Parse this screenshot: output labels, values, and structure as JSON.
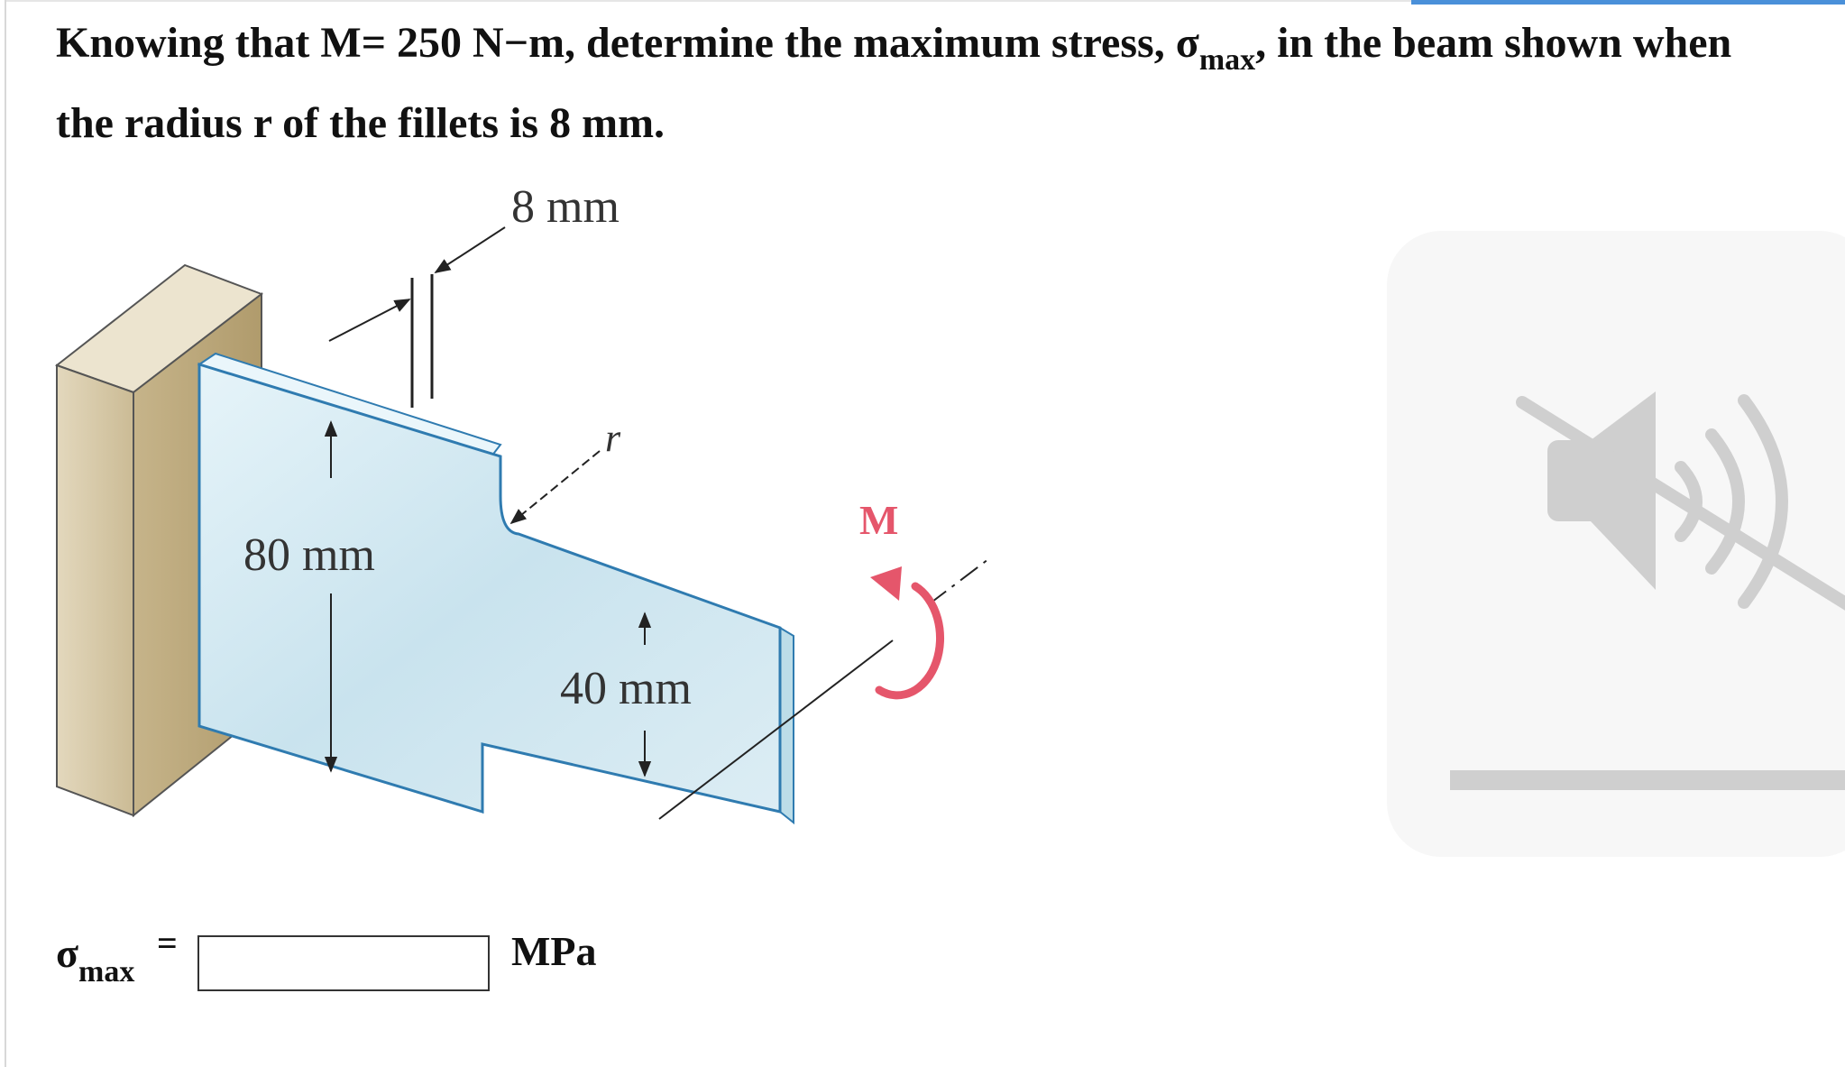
{
  "question": {
    "text_before": "Knowing that M= 250 N−m, determine the maximum stress, σ",
    "sub": "max",
    "text_after": ", in the beam shown when the radius r of the fillets is 8 mm."
  },
  "figure": {
    "dim_top": "8 mm",
    "dim_height_large": "80 mm",
    "dim_height_small": "40 mm",
    "fillet_label": "r",
    "moment_label": "M"
  },
  "answer": {
    "symbol": "σ",
    "sub": "max",
    "equals": "=",
    "value": "",
    "unit": "MPa"
  },
  "media": {
    "icon": "volume-muted-icon",
    "progress": 0
  },
  "colors": {
    "accent": "#4a90d9",
    "moment": "#e5566b",
    "beam": "#cfe6ef",
    "beam_edge": "#2f7bb0",
    "wall": "#d9cdb0",
    "media_panel": "#f7f7f7",
    "media_icon": "#cfcfcf"
  }
}
